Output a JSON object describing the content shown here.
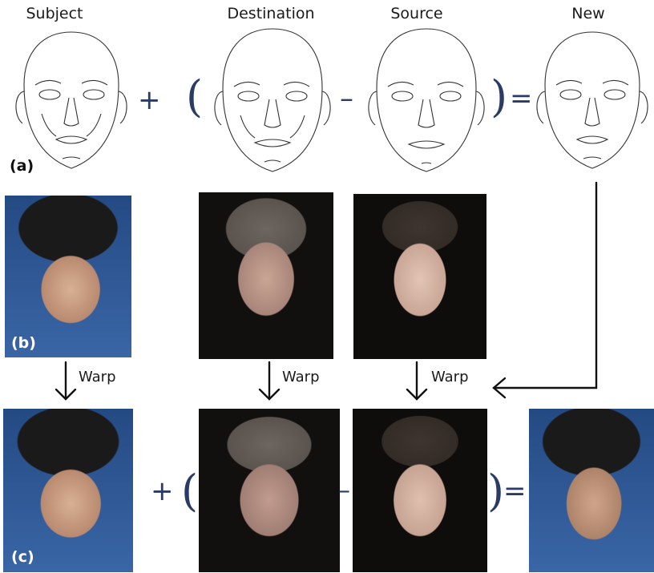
{
  "headers": {
    "subject": "Subject",
    "destination": "Destination",
    "source": "Source",
    "new": "New"
  },
  "symbols": {
    "plus": "+",
    "open_paren": "(",
    "minus": "–",
    "close_paren": ")",
    "equals": "="
  },
  "panel_labels": {
    "a": "(a)",
    "b": "(b)",
    "c": "(c)"
  },
  "warp_label": "Warp",
  "colors": {
    "symbol": "#2a3b66",
    "arrow": "#111111",
    "line": "#333333"
  }
}
